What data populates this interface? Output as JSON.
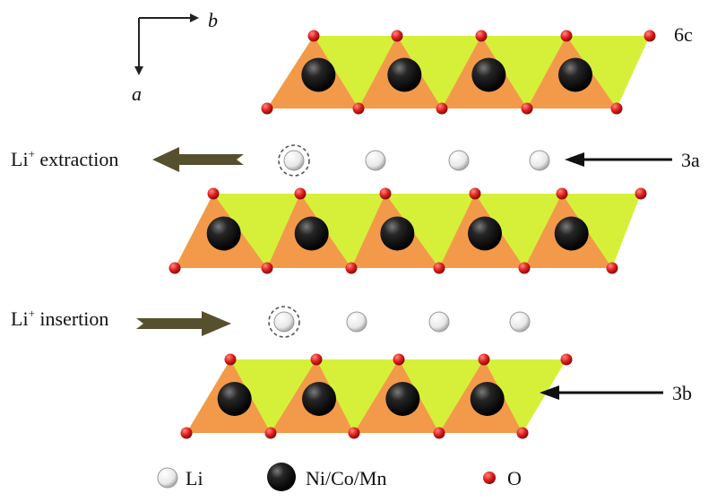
{
  "axes": {
    "vertical": "a",
    "horizontal": "b"
  },
  "site_labels": {
    "top_layer": "6c",
    "li_layer": "3a",
    "bottom_layer": "3b"
  },
  "process_labels": {
    "extraction": {
      "base": "Li",
      "sup": "+",
      "rest": " extraction"
    },
    "insertion": {
      "base": "Li",
      "sup": "+",
      "rest": " insertion"
    }
  },
  "legend": [
    {
      "label": "Li",
      "icon": "li-ion-sphere"
    },
    {
      "label": "Ni/Co/Mn",
      "icon": "transition-metal-sphere"
    },
    {
      "label": "O",
      "icon": "oxygen-sphere"
    }
  ],
  "colors": {
    "octahedron_orange": "#F39A4A",
    "octahedron_yellow": "#D6F03A",
    "oxygen": "#E02020",
    "transition_metal": "#1B1B1B",
    "lithium": "#EFEFEF",
    "arrow_olive": "#57502F",
    "arrow_black": "#111111"
  }
}
